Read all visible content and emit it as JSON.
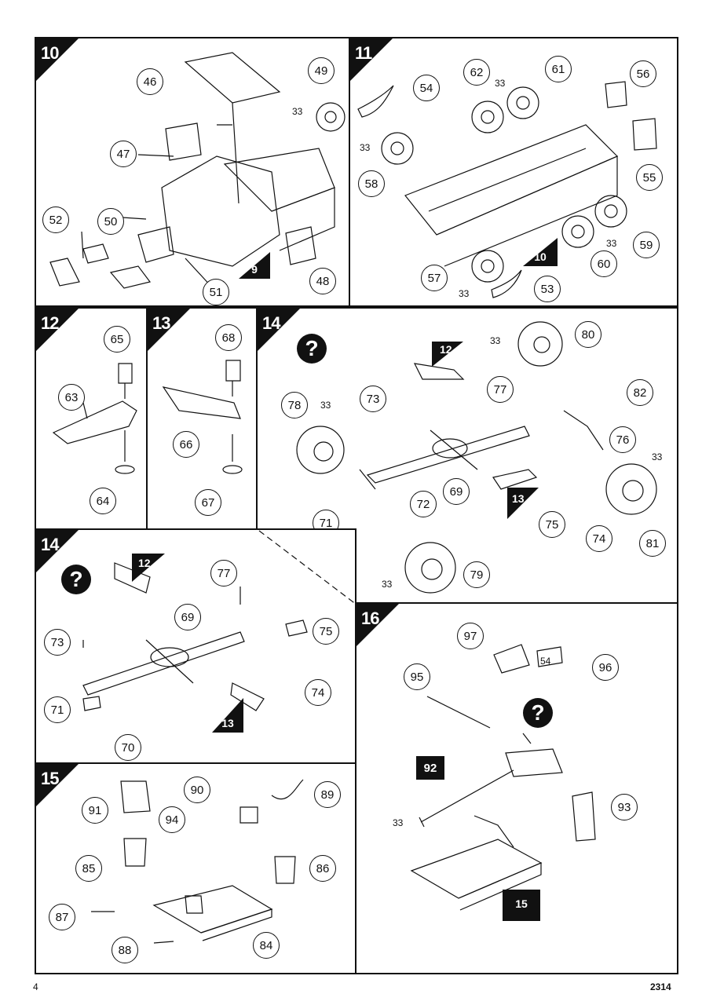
{
  "page_number": "4",
  "product_code": "2314",
  "steps": {
    "s10": {
      "number": "10",
      "callouts": [
        "46",
        "49",
        "33",
        "47",
        "52",
        "50",
        "9",
        "48",
        "51"
      ]
    },
    "s11": {
      "number": "11",
      "callouts": [
        "62",
        "61",
        "56",
        "33",
        "54",
        "33",
        "55",
        "58",
        "59",
        "60",
        "33",
        "10",
        "57",
        "53",
        "33"
      ]
    },
    "s12": {
      "number": "12",
      "callouts": [
        "65",
        "63",
        "64"
      ]
    },
    "s13": {
      "number": "13",
      "callouts": [
        "68",
        "66",
        "67"
      ]
    },
    "s14a": {
      "number": "14",
      "callouts": [
        "80",
        "33",
        "12",
        "77",
        "82",
        "78",
        "33",
        "73",
        "76",
        "33",
        "69",
        "13",
        "72",
        "71",
        "75",
        "74",
        "81",
        "70",
        "33",
        "79"
      ],
      "question": "?"
    },
    "s14b": {
      "number": "14",
      "callouts": [
        "12",
        "77",
        "69",
        "73",
        "75",
        "74",
        "71",
        "13",
        "70"
      ],
      "question": "?"
    },
    "s15": {
      "number": "15",
      "callouts": [
        "90",
        "89",
        "91",
        "94",
        "85",
        "86",
        "87",
        "88",
        "84"
      ]
    },
    "s16": {
      "number": "16",
      "callouts": [
        "97",
        "54",
        "96",
        "95",
        "92",
        "33",
        "93",
        "15"
      ],
      "question": "?"
    }
  }
}
